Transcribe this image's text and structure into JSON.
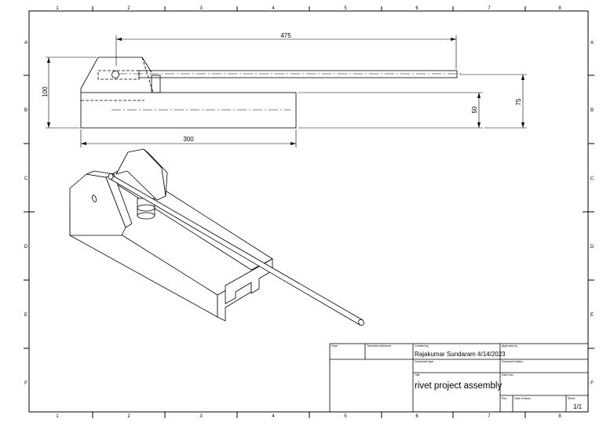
{
  "drawing": {
    "zones_columns": [
      "1",
      "2",
      "3",
      "4",
      "5",
      "6",
      "7",
      "8"
    ],
    "zones_rows": [
      "A",
      "B",
      "C",
      "D",
      "E",
      "F"
    ],
    "dimensions": {
      "overall_length": "475",
      "height_left": "100",
      "base_length": "300",
      "base_height": "50",
      "total_height_right": "75"
    }
  },
  "title_block": {
    "dept_label": "Dept.",
    "tech_ref_label": "Technical reference",
    "created_by_label": "Created by",
    "created_by_value": "Rajakumar Sundaram  4/14/2023",
    "approved_by_label": "Approved by",
    "doc_type_label": "Document type",
    "doc_status_label": "Document status",
    "title_label": "Title",
    "title_value": "rivet project assembly",
    "dwg_no_label": "DWG No.",
    "rev_label": "Rev.",
    "date_issue_label": "Date of issue",
    "sheet_label": "Sheet",
    "sheet_value": "1/1"
  }
}
